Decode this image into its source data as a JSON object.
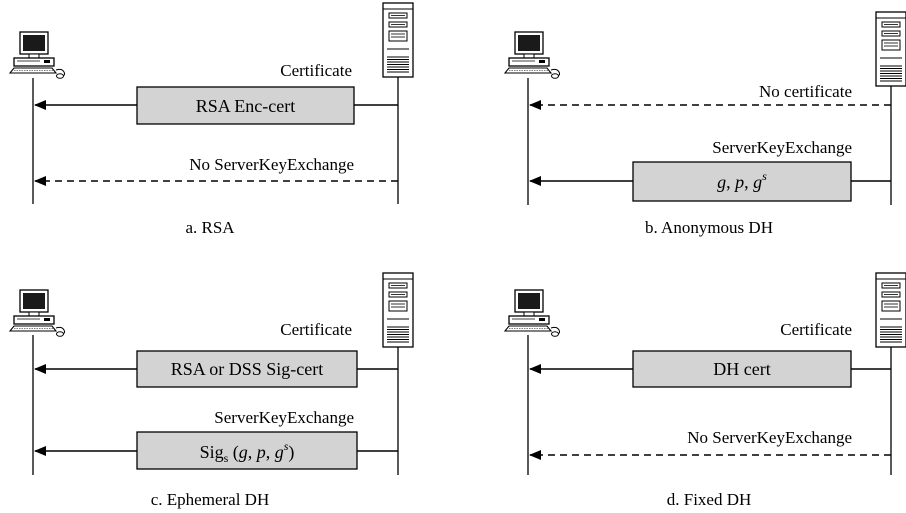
{
  "panels": {
    "a": {
      "caption": "a. RSA",
      "msg1": {
        "label": "Certificate",
        "box": "RSA Enc-cert"
      },
      "msg2": {
        "label": "No ServerKeyExchange"
      }
    },
    "b": {
      "caption": "b. Anonymous DH",
      "msg1": {
        "label": "No certificate"
      },
      "msg2": {
        "label": "ServerKeyExchange",
        "box_parts": [
          "g",
          ", ",
          "p",
          ", ",
          "g",
          "s"
        ]
      }
    },
    "c": {
      "caption": "c. Ephemeral DH",
      "msg1": {
        "label": "Certificate",
        "box": "RSA or DSS Sig-cert"
      },
      "msg2": {
        "label": "ServerKeyExchange",
        "box_parts": [
          "Sig",
          "s",
          " (",
          "g",
          ", ",
          "p",
          ", ",
          "g",
          "s",
          ")"
        ]
      }
    },
    "d": {
      "caption": "d. Fixed DH",
      "msg1": {
        "label": "Certificate",
        "box": "DH cert"
      },
      "msg2": {
        "label": "No ServerKeyExchange"
      }
    }
  },
  "icons": {
    "client": "computer-icon",
    "server": "server-tower-icon"
  },
  "colors": {
    "box_fill": "#d3d3d3",
    "line": "#000000",
    "background": "#ffffff"
  }
}
